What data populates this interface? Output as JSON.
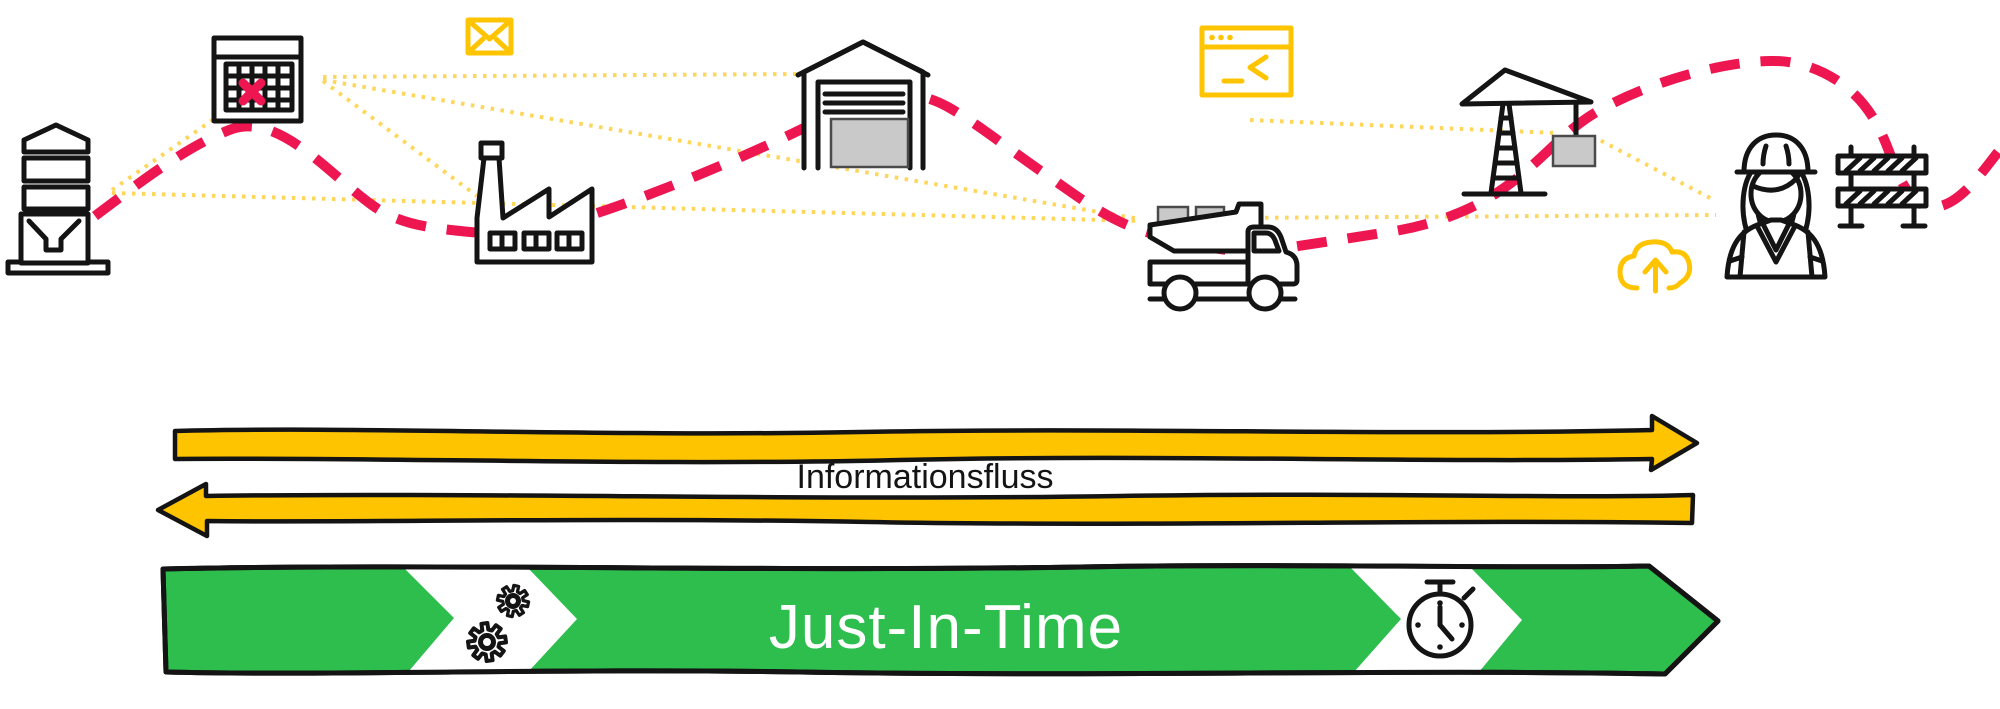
{
  "labels": {
    "information_flow": "Informationsfluss",
    "just_in_time": "Just-In-Time"
  },
  "colors": {
    "pink": "#ED1651",
    "yellow": "#FFC400",
    "yellow_pale": "#FFD65C",
    "green": "#2EBE4E",
    "gray": "#C9C9C9",
    "ink": "#141414",
    "background": "#FFFFFF"
  },
  "icons": [
    {
      "name": "silo-icon"
    },
    {
      "name": "calendar-icon"
    },
    {
      "name": "mail-icon"
    },
    {
      "name": "factory-icon"
    },
    {
      "name": "warehouse-icon"
    },
    {
      "name": "terminal-window-icon"
    },
    {
      "name": "dump-truck-icon"
    },
    {
      "name": "tower-crane-icon"
    },
    {
      "name": "cloud-upload-icon"
    },
    {
      "name": "construction-worker-icon"
    },
    {
      "name": "barrier-icon"
    },
    {
      "name": "gears-icon"
    },
    {
      "name": "stopwatch-icon"
    }
  ],
  "flows": [
    {
      "name": "material-flow",
      "style": "pink-dashed-curve"
    },
    {
      "name": "information-links",
      "style": "yellow-dotted-lines"
    },
    {
      "name": "information-flow-arrow-right",
      "style": "yellow-arrow"
    },
    {
      "name": "information-flow-arrow-left",
      "style": "yellow-arrow"
    },
    {
      "name": "jit-banner",
      "style": "green-arrow-banner"
    }
  ]
}
